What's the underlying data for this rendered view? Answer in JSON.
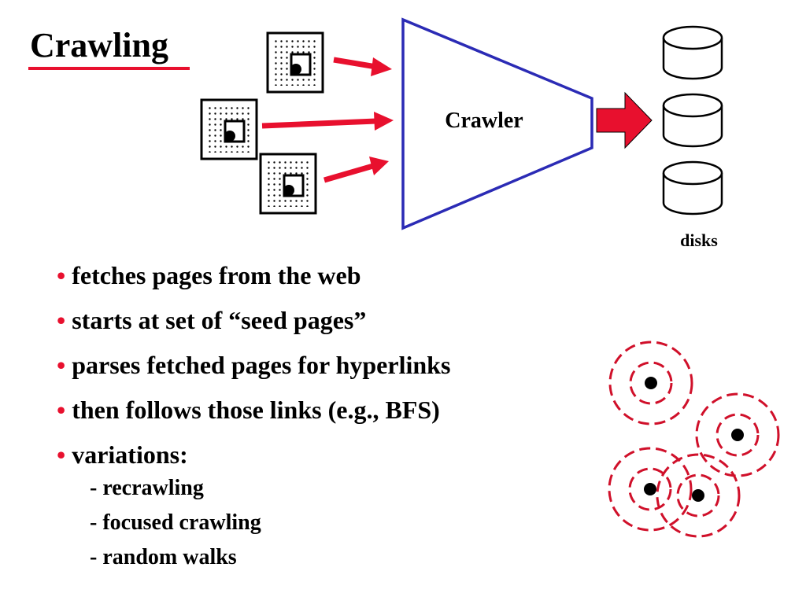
{
  "slide": {
    "title": "Crawling",
    "crawler_label": "Crawler",
    "disks_label": "disks",
    "bullet_marker": "•",
    "bullets": [
      "fetches pages from the web",
      "starts at set of “seed pages”",
      "parses  fetched pages for hyperlinks",
      "then follows those links (e.g., BFS)",
      "variations:"
    ],
    "subitems": [
      "- recrawling",
      "- focused crawling",
      "- random walks"
    ]
  },
  "colors": {
    "accent_red": "#e8102e",
    "crawler_outline": "#2b2bb5",
    "text": "#000000"
  },
  "icons": {
    "web_page": "web-page-icon",
    "disk": "disk-icon",
    "ripple": "random-walk-ripple-icon"
  }
}
